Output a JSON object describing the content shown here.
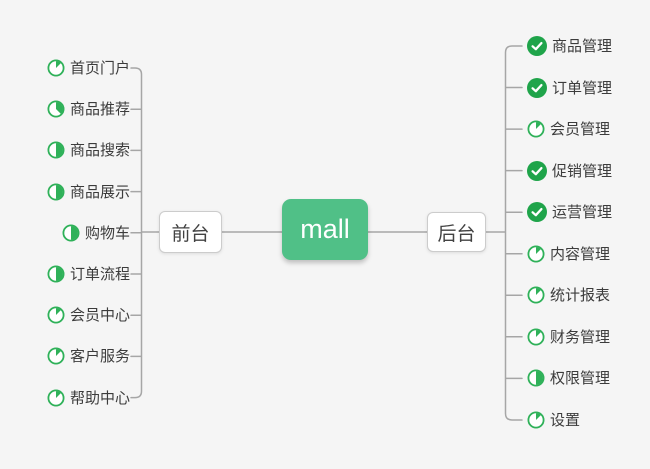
{
  "root": {
    "label": "mall",
    "color": "#50C087",
    "text_color": "#FFFFFF"
  },
  "branches": [
    {
      "label": "前台",
      "side": "left",
      "children": [
        {
          "label": "首页门户",
          "progress": "1/8"
        },
        {
          "label": "商品推荐",
          "progress": "3/8"
        },
        {
          "label": "商品搜索",
          "progress": "1/2"
        },
        {
          "label": "商品展示",
          "progress": "1/2"
        },
        {
          "label": "购物车",
          "progress": "1/2"
        },
        {
          "label": "订单流程",
          "progress": "1/2"
        },
        {
          "label": "会员中心",
          "progress": "1/8"
        },
        {
          "label": "客户服务",
          "progress": "1/8"
        },
        {
          "label": "帮助中心",
          "progress": "1/8"
        }
      ]
    },
    {
      "label": "后台",
      "side": "right",
      "children": [
        {
          "label": "商品管理",
          "progress": "done"
        },
        {
          "label": "订单管理",
          "progress": "done"
        },
        {
          "label": "会员管理",
          "progress": "1/8"
        },
        {
          "label": "促销管理",
          "progress": "done"
        },
        {
          "label": "运营管理",
          "progress": "done"
        },
        {
          "label": "内容管理",
          "progress": "1/8"
        },
        {
          "label": "统计报表",
          "progress": "1/8"
        },
        {
          "label": "财务管理",
          "progress": "1/8"
        },
        {
          "label": "权限管理",
          "progress": "1/2"
        },
        {
          "label": "设置",
          "progress": "1/8"
        }
      ]
    }
  ],
  "colors": {
    "background": "#F5F5F5",
    "line": "#A6A6A6",
    "icon_done": "#1FA44A",
    "icon_pie": "#2FB159"
  }
}
